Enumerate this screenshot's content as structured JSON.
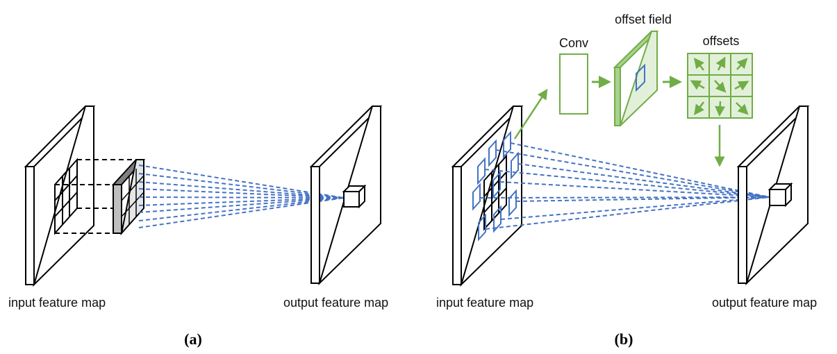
{
  "panel_a": {
    "input_label": "input feature map",
    "output_label": "output feature map",
    "caption": "(a)"
  },
  "panel_b": {
    "input_label": "input feature map",
    "output_label": "output feature map",
    "caption": "(b)",
    "conv_label": "Conv",
    "offset_field_label": "offset field",
    "offsets_label": "offsets"
  },
  "colors": {
    "ink": "#000000",
    "dashed_lines": "#4472C4",
    "offset_branch": "#70AD47",
    "offset_fill": "#E2F0D9",
    "kernel_face": "#BFBFBF"
  }
}
